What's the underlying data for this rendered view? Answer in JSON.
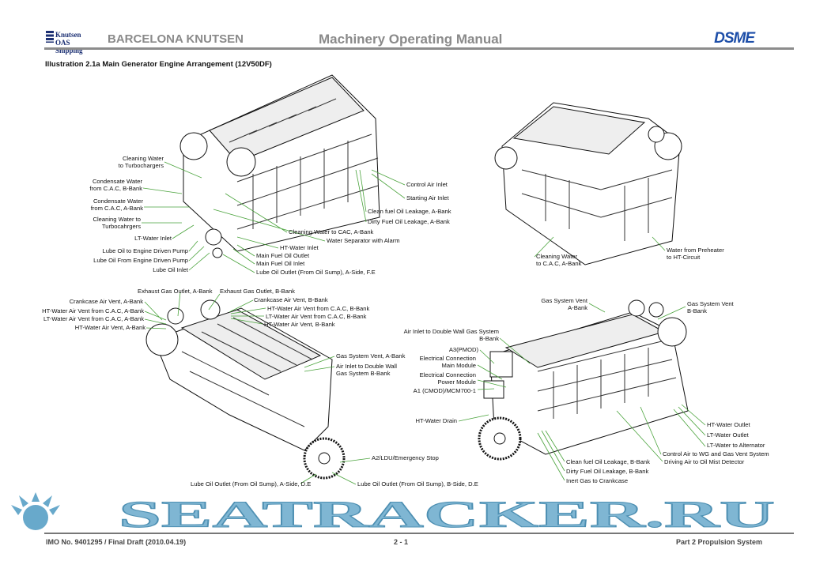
{
  "header": {
    "company": "Knutsen OAS Shipping",
    "ship": "BARCELONA KNUTSEN",
    "manual": "Machinery Operating Manual",
    "brand": "DSME"
  },
  "title": "Illustration 2.1a Main Generator Engine Arrangement (12V50DF)",
  "colors": {
    "leader": "#4aa33c",
    "watermark": "#68a9cb",
    "rule": "#8c8c8c",
    "brand": "#1d4ea8"
  },
  "engine1": {
    "left": [
      "Cleaning Water\nto Turbochargers",
      "Condensate Water\nfrom C.A.C, B-Bank",
      "Condensate Water\nfrom C.A.C, A-Bank",
      "Cleaning Water to\nTurbocahrgers",
      "LT-Water Inlet",
      "Lube Oil to Engine Driven Pump",
      "Lube Oil From Engine Driven Pump",
      "Lube Oil Inlet"
    ],
    "right": [
      "Control Air Inlet",
      "Starting Air Inlet",
      "Clean fuel Oil Leakage, A-Bank",
      "Dirty Fuel Oil Leakage, A-Bank",
      "Cleaning Water to CAC, A-Bank",
      "Water Separator with Alarm",
      "HT-Water Inlet",
      "Main Fuel Oil Outlet",
      "Main Fuel Oil Inlet",
      "Lube Oil Outlet (From Oil Sump), A-Side, F.E"
    ]
  },
  "engine2": {
    "labels": [
      "Cleaning Water\nto C.A.C, A-Bank",
      "Water from Preheater\nto HT-Circuit"
    ]
  },
  "engine3": {
    "labels": [
      "Exhaust Gas Outlet, A-Bank",
      "Exhaust Gas Outlet, B-Bank",
      "Crankcase Air Vent, B-Bank",
      "Crankcase Air Vent, A-Bank",
      "HT-Water Air Vent from C.A.C, B-Bank",
      "LT-Water Air Vent from C.A.C, B-Bank",
      "HT-Water Air Vent, B-Bank",
      "HT-Water Air Vent from C.A.C, A-Bank",
      "LT-Water Air Vent from C.A.C, A-Bank",
      "HT-Water Air Vent, A-Bank",
      "Gas System Vent, A-Bank",
      "Air Inlet to Double Wall\nGas System B-Bank",
      "A2/LDU/Emergency Stop",
      "Lube Oil Outlet (From Oil Sump), A-Side, D.E",
      "Lube Oil Outlet (From Oil Sump), B-Side, D.E"
    ]
  },
  "engine4": {
    "labels": [
      "Gas System Vent\nA-Bank",
      "Gas System Vent\nB-Bank",
      "Air Inlet to Double Wall Gas System\nB-Bank",
      "A3(PMOD)",
      "Electrical Connection\nMain Module",
      "Electrical Connection\nPower Module",
      "A1 (CMOD)/MCM700-1",
      "HT-Water Drain",
      "HT-Water Outlet",
      "LT-Water Outlet",
      "LT-Water to Alternator",
      "Control Air to WG and Gas Vent System",
      "Driving Air to Oil Mist Detector",
      "Clean fuel Oil Leakage, B-Bank",
      "Dirty Fuel Oil Leakage, B-Bank",
      "Inert Gas to Crankcase"
    ]
  },
  "watermark": "SEATRACKER.RU",
  "footer": {
    "left": "IMO No. 9401295 / Final Draft (2010.04.19)",
    "center": "2 - 1",
    "right": "Part 2 Propulsion System"
  }
}
